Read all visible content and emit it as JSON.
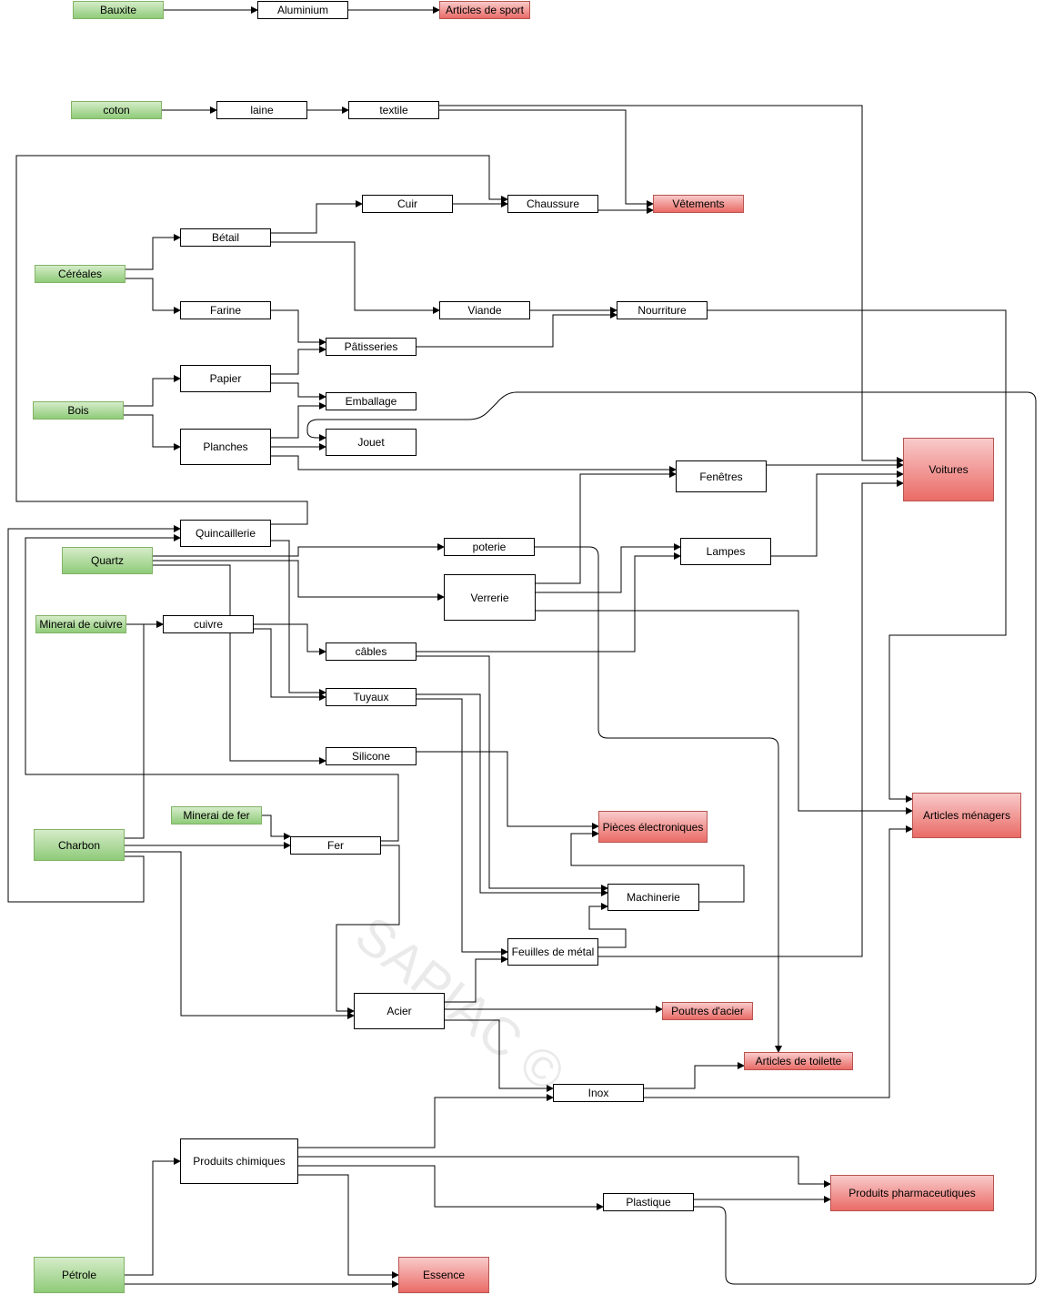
{
  "nodes": {
    "bauxite": "Bauxite",
    "aluminium": "Aluminium",
    "articles_sport": "Articles de sport",
    "coton": "coton",
    "laine": "laine",
    "textile": "textile",
    "cuir": "Cuir",
    "chaussure": "Chaussure",
    "vetements": "Vêtements",
    "betail": "Bétail",
    "cereales": "Céréales",
    "farine": "Farine",
    "viande": "Viande",
    "nourriture": "Nourriture",
    "patisseries": "Pâtisseries",
    "papier": "Papier",
    "bois": "Bois",
    "emballage": "Emballage",
    "planches": "Planches",
    "jouet": "Jouet",
    "fenetres": "Fenêtres",
    "voitures": "Voitures",
    "quincaillerie": "Quincaillerie",
    "poterie": "poterie",
    "quartz": "Quartz",
    "lampes": "Lampes",
    "verrerie": "Verrerie",
    "minerai_cuivre": "Minerai de cuivre",
    "cuivre": "cuivre",
    "cables": "câbles",
    "tuyaux": "Tuyaux",
    "silicone": "Silicone",
    "articles_menagers": "Articles ménagers",
    "minerai_fer": "Minerai de fer",
    "pieces_electroniques": "Pièces électroniques",
    "charbon": "Charbon",
    "fer": "Fer",
    "machinerie": "Machinerie",
    "feuilles_metal": "Feuilles de métal",
    "acier": "Acier",
    "poutres_acier": "Poutres d'acier",
    "articles_toilette": "Articles de toilette",
    "inox": "Inox",
    "produits_chimiques": "Produits chimiques",
    "produits_pharmaceutiques": "Produits pharmaceutiques",
    "plastique": "Plastique",
    "petrole": "Pétrole",
    "essence": "Essence"
  },
  "legend_colors": {
    "raw_material": "#8fcb79",
    "intermediate": "#ffffff",
    "final_product": "#ea6b66"
  },
  "watermark": "SAPIAC ©"
}
